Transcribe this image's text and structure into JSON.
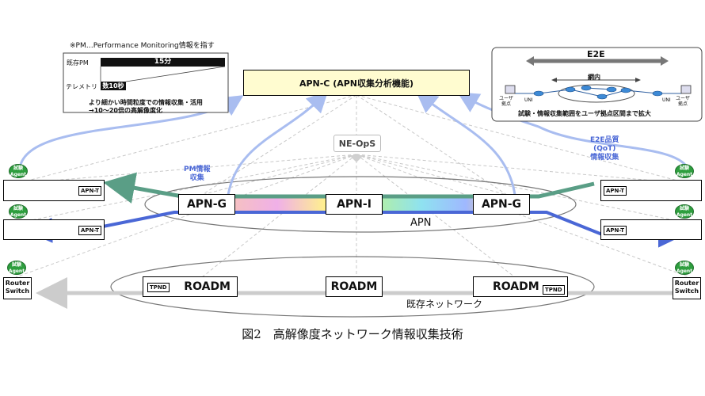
{
  "pm_note": "※PM…Performance Monitoring情報を指す",
  "inset_left": {
    "existing_pm_label": "既存PM",
    "existing_pm_value": "15分",
    "telemetry_label": "テレメトリ",
    "telemetry_value": "数10秒",
    "caption_line1": "より細かい時間粒度での情報収集・活用",
    "caption_line2": "→10～20倍の高解像度化"
  },
  "inset_right": {
    "e2e": "E2E",
    "netnai": "網内",
    "user_left": "ユーザ\n拠点",
    "user_right": "ユーザ\n拠点",
    "uni_left": "UNI",
    "uni_right": "UNI",
    "caption": "試験・情報収集範囲をユーザ拠点区間まで拡大"
  },
  "apn_c": "APN-C (APN収集分析機能)",
  "ne_ops": "NE-OpS",
  "pm_collect": "PM情報\n収集",
  "e2e_collect": "E2E品質\n(QoT)\n情報収集",
  "apn_g_left": "APN-G",
  "apn_i": "APN-I",
  "apn_g_right": "APN-G",
  "apn_label": "APN",
  "roadm_left": "ROADM",
  "roadm_mid": "ROADM",
  "roadm_right": "ROADM",
  "tpnd_left": "TPND",
  "tpnd_right": "TPND",
  "legacy_label": "既存ネットワーク",
  "apn_t": "APN-T",
  "agent": "試験\nAgent",
  "router_switch": "Router\nSwitch",
  "figure_caption": "図2　高解像度ネットワーク情報収集技術",
  "colors": {
    "teal": "#5a9e86",
    "blue": "#4a67d6",
    "lightblue": "#a9bdf0",
    "apnc_fill": "#fffcd0",
    "agent_green": "#2e9e3e"
  }
}
